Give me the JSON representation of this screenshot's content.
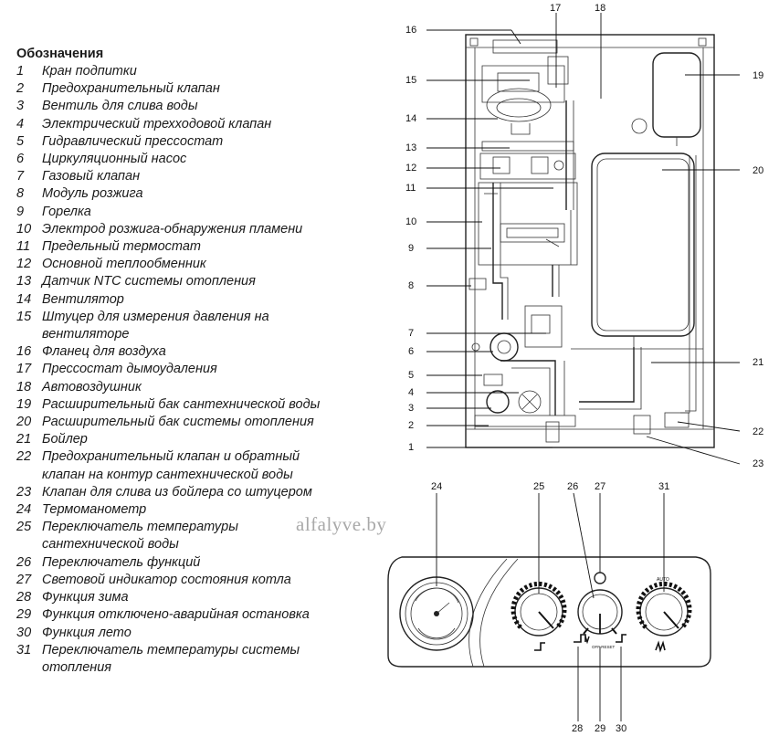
{
  "legend": {
    "heading": "Обозначения",
    "items": [
      {
        "num": "1",
        "text": "Кран подпитки"
      },
      {
        "num": "2",
        "text": "Предохранительный клапан"
      },
      {
        "num": "3",
        "text": "Вентиль для слива воды"
      },
      {
        "num": "4",
        "text": "Электрический трехходовой клапан"
      },
      {
        "num": "5",
        "text": "Гидравлический прессостат"
      },
      {
        "num": "6",
        "text": "Циркуляционный насос"
      },
      {
        "num": "7",
        "text": "Газовый клапан"
      },
      {
        "num": "8",
        "text": "Модуль розжига"
      },
      {
        "num": "9",
        "text": "Горелка"
      },
      {
        "num": "10",
        "text": "Электрод розжига-обнаружения пламени"
      },
      {
        "num": "11",
        "text": "Предельный термостат"
      },
      {
        "num": "12",
        "text": "Основной теплообменник"
      },
      {
        "num": "13",
        "text": "Датчик NTC системы отопления"
      },
      {
        "num": "14",
        "text": "Вентилятор"
      },
      {
        "num": "15",
        "text": "Штуцер для измерения давления на",
        "cont": "вентиляторе"
      },
      {
        "num": "16",
        "text": "Фланец для воздуха"
      },
      {
        "num": "17",
        "text": "Прессостат дымоудаления"
      },
      {
        "num": "18",
        "text": "Автовоздушник"
      },
      {
        "num": "19",
        "text": "Расширительный бак сантехнической воды"
      },
      {
        "num": "20",
        "text": "Расширительный бак системы отопления"
      },
      {
        "num": "21",
        "text": "Бойлер"
      },
      {
        "num": "22",
        "text": "Предохранительный клапан и обратный",
        "cont": "клапан на контур сантехнической воды"
      },
      {
        "num": "23",
        "text": "Клапан для слива из бойлера со штуцером"
      },
      {
        "num": "24",
        "text": "Термоманометр"
      },
      {
        "num": "25",
        "text": "Переключатель температуры",
        "cont": "сантехнической воды"
      },
      {
        "num": "26",
        "text": "Переключатель функций"
      },
      {
        "num": "27",
        "text": "Световой индикатор состояния котла"
      },
      {
        "num": "28",
        "text": "Функция зима"
      },
      {
        "num": "29",
        "text": "Функция отключено-аварийная остановка"
      },
      {
        "num": "30",
        "text": "Функция лето"
      },
      {
        "num": "31",
        "text": "Переключатель температуры системы",
        "cont": "отопления"
      }
    ]
  },
  "callouts": {
    "c1": "1",
    "c2": "2",
    "c3": "3",
    "c4": "4",
    "c5": "5",
    "c6": "6",
    "c7": "7",
    "c8": "8",
    "c9": "9",
    "c10": "10",
    "c11": "11",
    "c12": "12",
    "c13": "13",
    "c14": "14",
    "c15": "15",
    "c16": "16",
    "c17": "17",
    "c18": "18",
    "c19": "19",
    "c20": "20",
    "c21": "21",
    "c22": "22",
    "c23": "23",
    "c24": "24",
    "c25": "25",
    "c26": "26",
    "c27": "27",
    "c28": "28",
    "c29": "29",
    "c30": "30",
    "c31": "31"
  },
  "panel": {
    "auto_label": "AUTO",
    "off_reset_label": "OFF RESET"
  },
  "watermark": "alfalyve.by"
}
